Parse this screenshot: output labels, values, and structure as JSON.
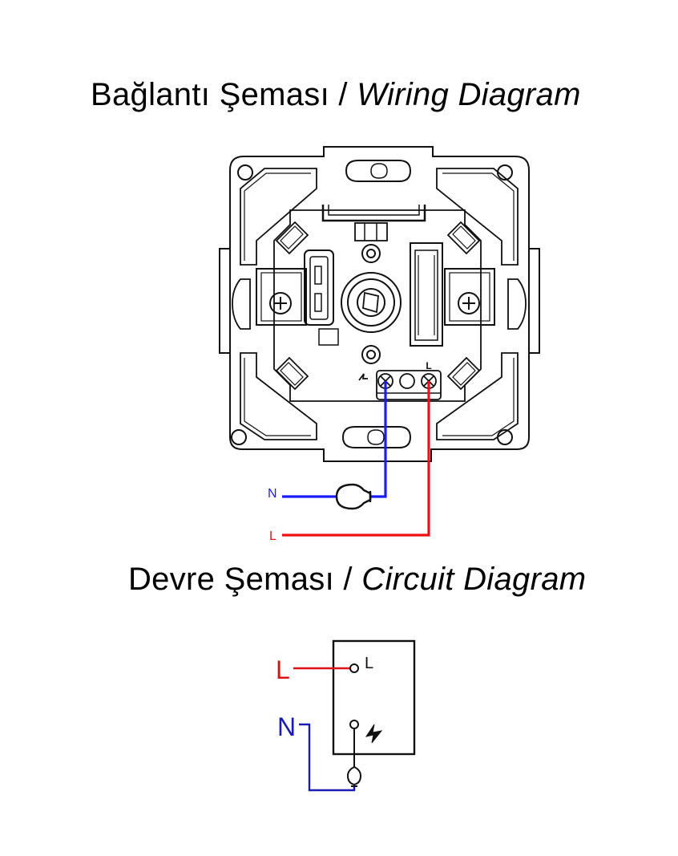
{
  "wiring_title": {
    "tr": "Bağlantı Şeması / ",
    "en": "Wiring Diagram"
  },
  "circuit_title": {
    "tr": "Devre Şeması / ",
    "en": "Circuit Diagram"
  },
  "wiring": {
    "n_label": "N",
    "l_label": "L",
    "terminal_l_mark": "L",
    "n_color": "#1a1aff",
    "l_color": "#ee1111"
  },
  "circuit": {
    "l_label": "L",
    "n_label": "N",
    "terminal_l": "L",
    "n_color": "#1a1ab4",
    "l_color": "#dd1111"
  },
  "icons": [
    "lamp-icon",
    "lamp-symbol-icon",
    "output-terminal-icon",
    "screw-terminal-icon",
    "rotary-knob-icon"
  ]
}
